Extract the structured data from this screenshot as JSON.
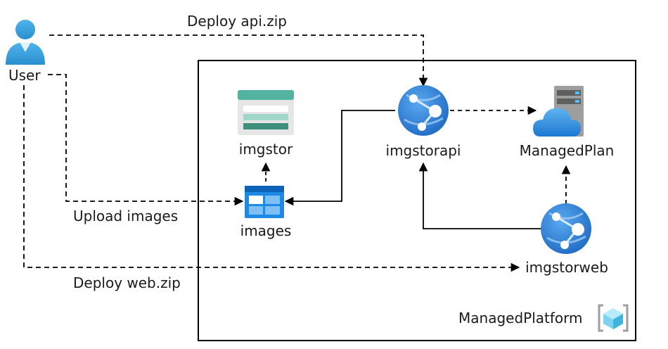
{
  "actor": {
    "label": "User",
    "icon": "user-icon"
  },
  "edges": {
    "deploy_api": "Deploy api.zip",
    "upload_images": "Upload images",
    "deploy_web": "Deploy web.zip"
  },
  "nodes": {
    "imgstor": {
      "label": "imgstor",
      "icon": "storage-account-icon"
    },
    "images": {
      "label": "images",
      "icon": "blob-container-icon"
    },
    "imgstorapi": {
      "label": "imgstorapi",
      "icon": "web-app-icon"
    },
    "managedplan": {
      "label": "ManagedPlan",
      "icon": "app-service-plan-icon"
    },
    "imgstorweb": {
      "label": "imgstorweb",
      "icon": "web-app-icon"
    }
  },
  "group": {
    "label": "ManagedPlatform",
    "icon": "resource-group-icon"
  },
  "colors": {
    "line": "#000000",
    "web_app_blue": "#2b7bd8",
    "storage_teal": "#52b3a0",
    "container_blue": "#1e88e5",
    "cloud_blue": "#3f9ce0"
  }
}
